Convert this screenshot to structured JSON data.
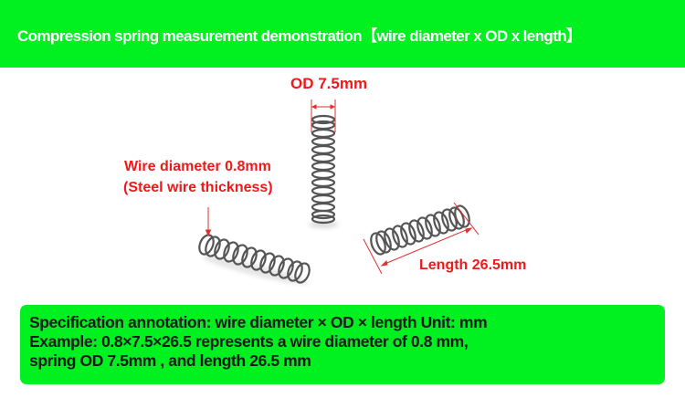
{
  "header": {
    "title": "Compression spring measurement demonstration【wire diameter x OD x length】",
    "background_color": "#00f020",
    "text_color": "#ffffff"
  },
  "annotations": {
    "od": "OD 7.5mm",
    "wire_diameter": "Wire diameter 0.8mm",
    "wire_note": "(Steel wire thickness)",
    "length": "Length 26.5mm",
    "color": "#f01818"
  },
  "specs": {
    "wire_diameter_mm": 0.8,
    "od_mm": 7.5,
    "length_mm": 26.5
  },
  "note": {
    "line1": "Specification annotation: wire diameter × OD × length  Unit: mm",
    "line2": "Example: 0.8×7.5×26.5 represents a wire diameter of 0.8 mm,",
    "line3": "spring OD 7.5mm , and  length 26.5 mm",
    "background_color": "#00f020"
  }
}
